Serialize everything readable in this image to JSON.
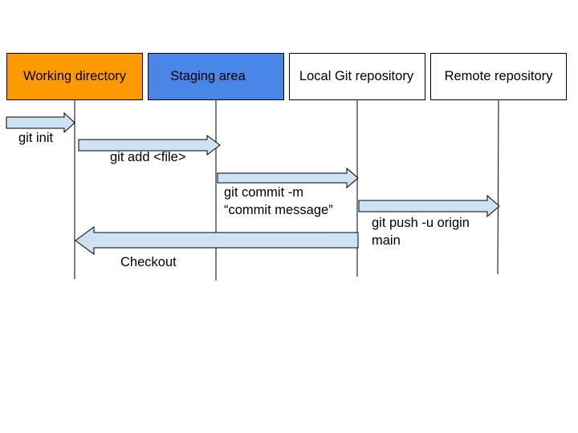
{
  "diagram": {
    "colors": {
      "working_directory_fill": "#ff9900",
      "staging_area_fill": "#4a86e8",
      "box_default_fill": "#ffffff",
      "arrow_fill": "#cfe2f3",
      "stroke": "#000000"
    },
    "boxes": {
      "working_directory": "Working directory",
      "staging_area": "Staging area",
      "local_repository": "Local Git repository",
      "remote_repository": "Remote repository"
    },
    "steps": {
      "init": "git init",
      "add": "git add <file>",
      "commit_line1": "git commit -m",
      "commit_line2": "“commit message”",
      "push_line1": "git push -u origin",
      "push_line2": "main",
      "checkout": "Checkout"
    }
  }
}
